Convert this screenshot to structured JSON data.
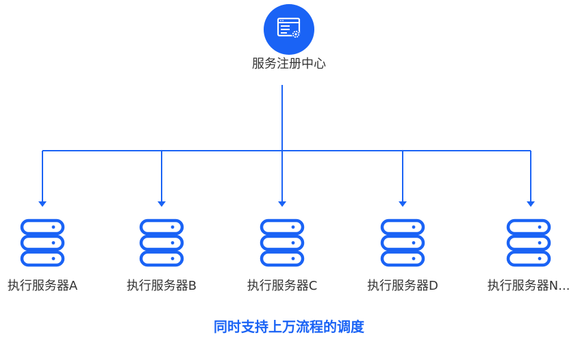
{
  "colors": {
    "accent": "#1a63f5",
    "text": "#333333",
    "background": "#ffffff"
  },
  "center": {
    "icon": "window-gear-icon",
    "label": "服务注册中心"
  },
  "servers": [
    {
      "label": "执行服务器A",
      "icon": "server-stack-icon"
    },
    {
      "label": "执行服务器B",
      "icon": "server-stack-icon"
    },
    {
      "label": "执行服务器C",
      "icon": "server-stack-icon"
    },
    {
      "label": "执行服务器D",
      "icon": "server-stack-icon"
    },
    {
      "label": "执行服务器N...",
      "icon": "server-stack-icon"
    }
  ],
  "caption": "同时支持上万流程的调度"
}
